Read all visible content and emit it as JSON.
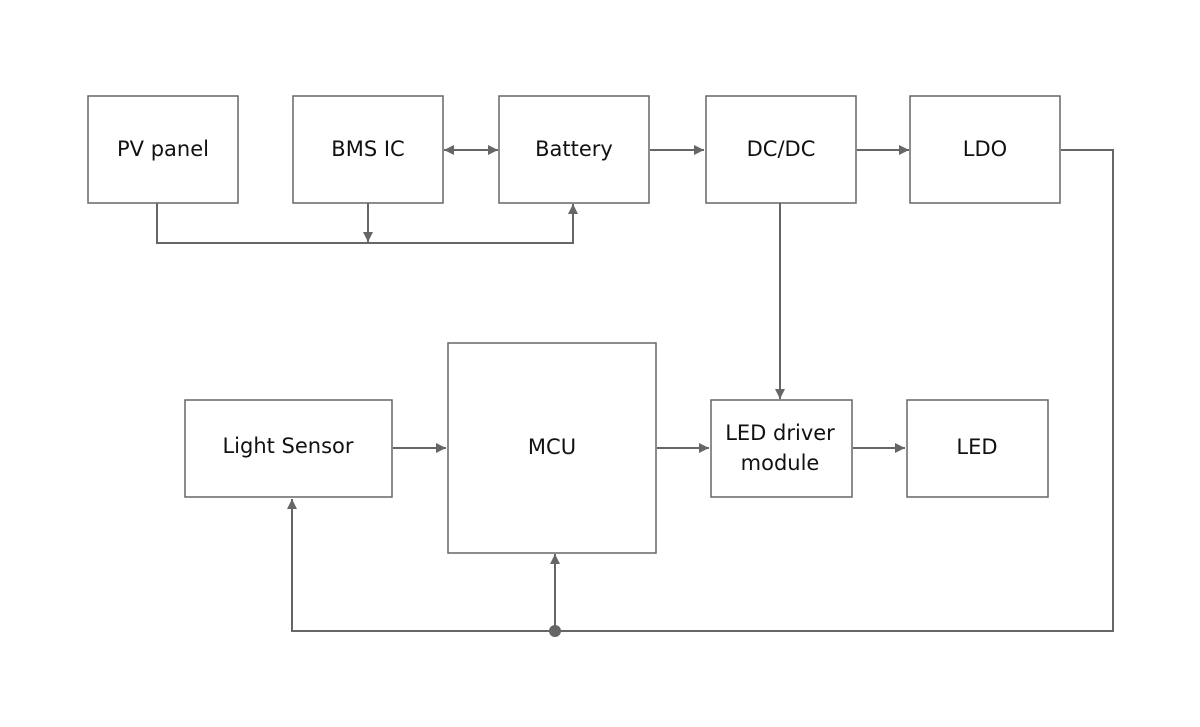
{
  "blocks": {
    "pv_panel": "PV panel",
    "bms_ic": "BMS IC",
    "battery": "Battery",
    "dcdc": "DC/DC",
    "ldo": "LDO",
    "light_sensor": "Light Sensor",
    "mcu": "MCU",
    "led_driver": [
      "LED driver",
      "module"
    ],
    "led": "LED"
  },
  "colors": {
    "line": "#666666",
    "text": "#111111",
    "background": "#ffffff"
  }
}
